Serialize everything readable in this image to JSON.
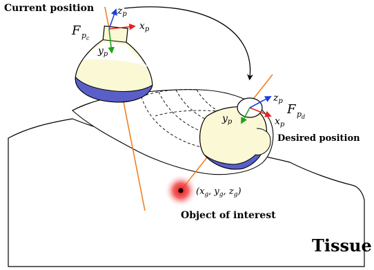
{
  "labels": {
    "current_position": "Current position",
    "desired_position": "Desired position",
    "object_of_interest": "Object of interest",
    "tissue": "Tissue",
    "goal_coords": "(x_g, y_g, z_g)"
  },
  "frames": {
    "current": {
      "name": "F",
      "subscript": "p",
      "sub_subscript": "c",
      "axes": {
        "x": "x_p",
        "y": "y_p",
        "z": "z_p"
      }
    },
    "desired": {
      "name": "F",
      "subscript": "p",
      "sub_subscript": "d",
      "axes": {
        "x": "x_p",
        "y": "y_p",
        "z": "z_p"
      }
    }
  },
  "colors": {
    "x_axis": "#e8201c",
    "y_axis": "#1aa51a",
    "z_axis": "#1f3fe0",
    "probe_axis": "#f07f1e",
    "probe_body": "#fbf8d6",
    "probe_tip": "#5a5fc8",
    "target": "#e81010"
  }
}
